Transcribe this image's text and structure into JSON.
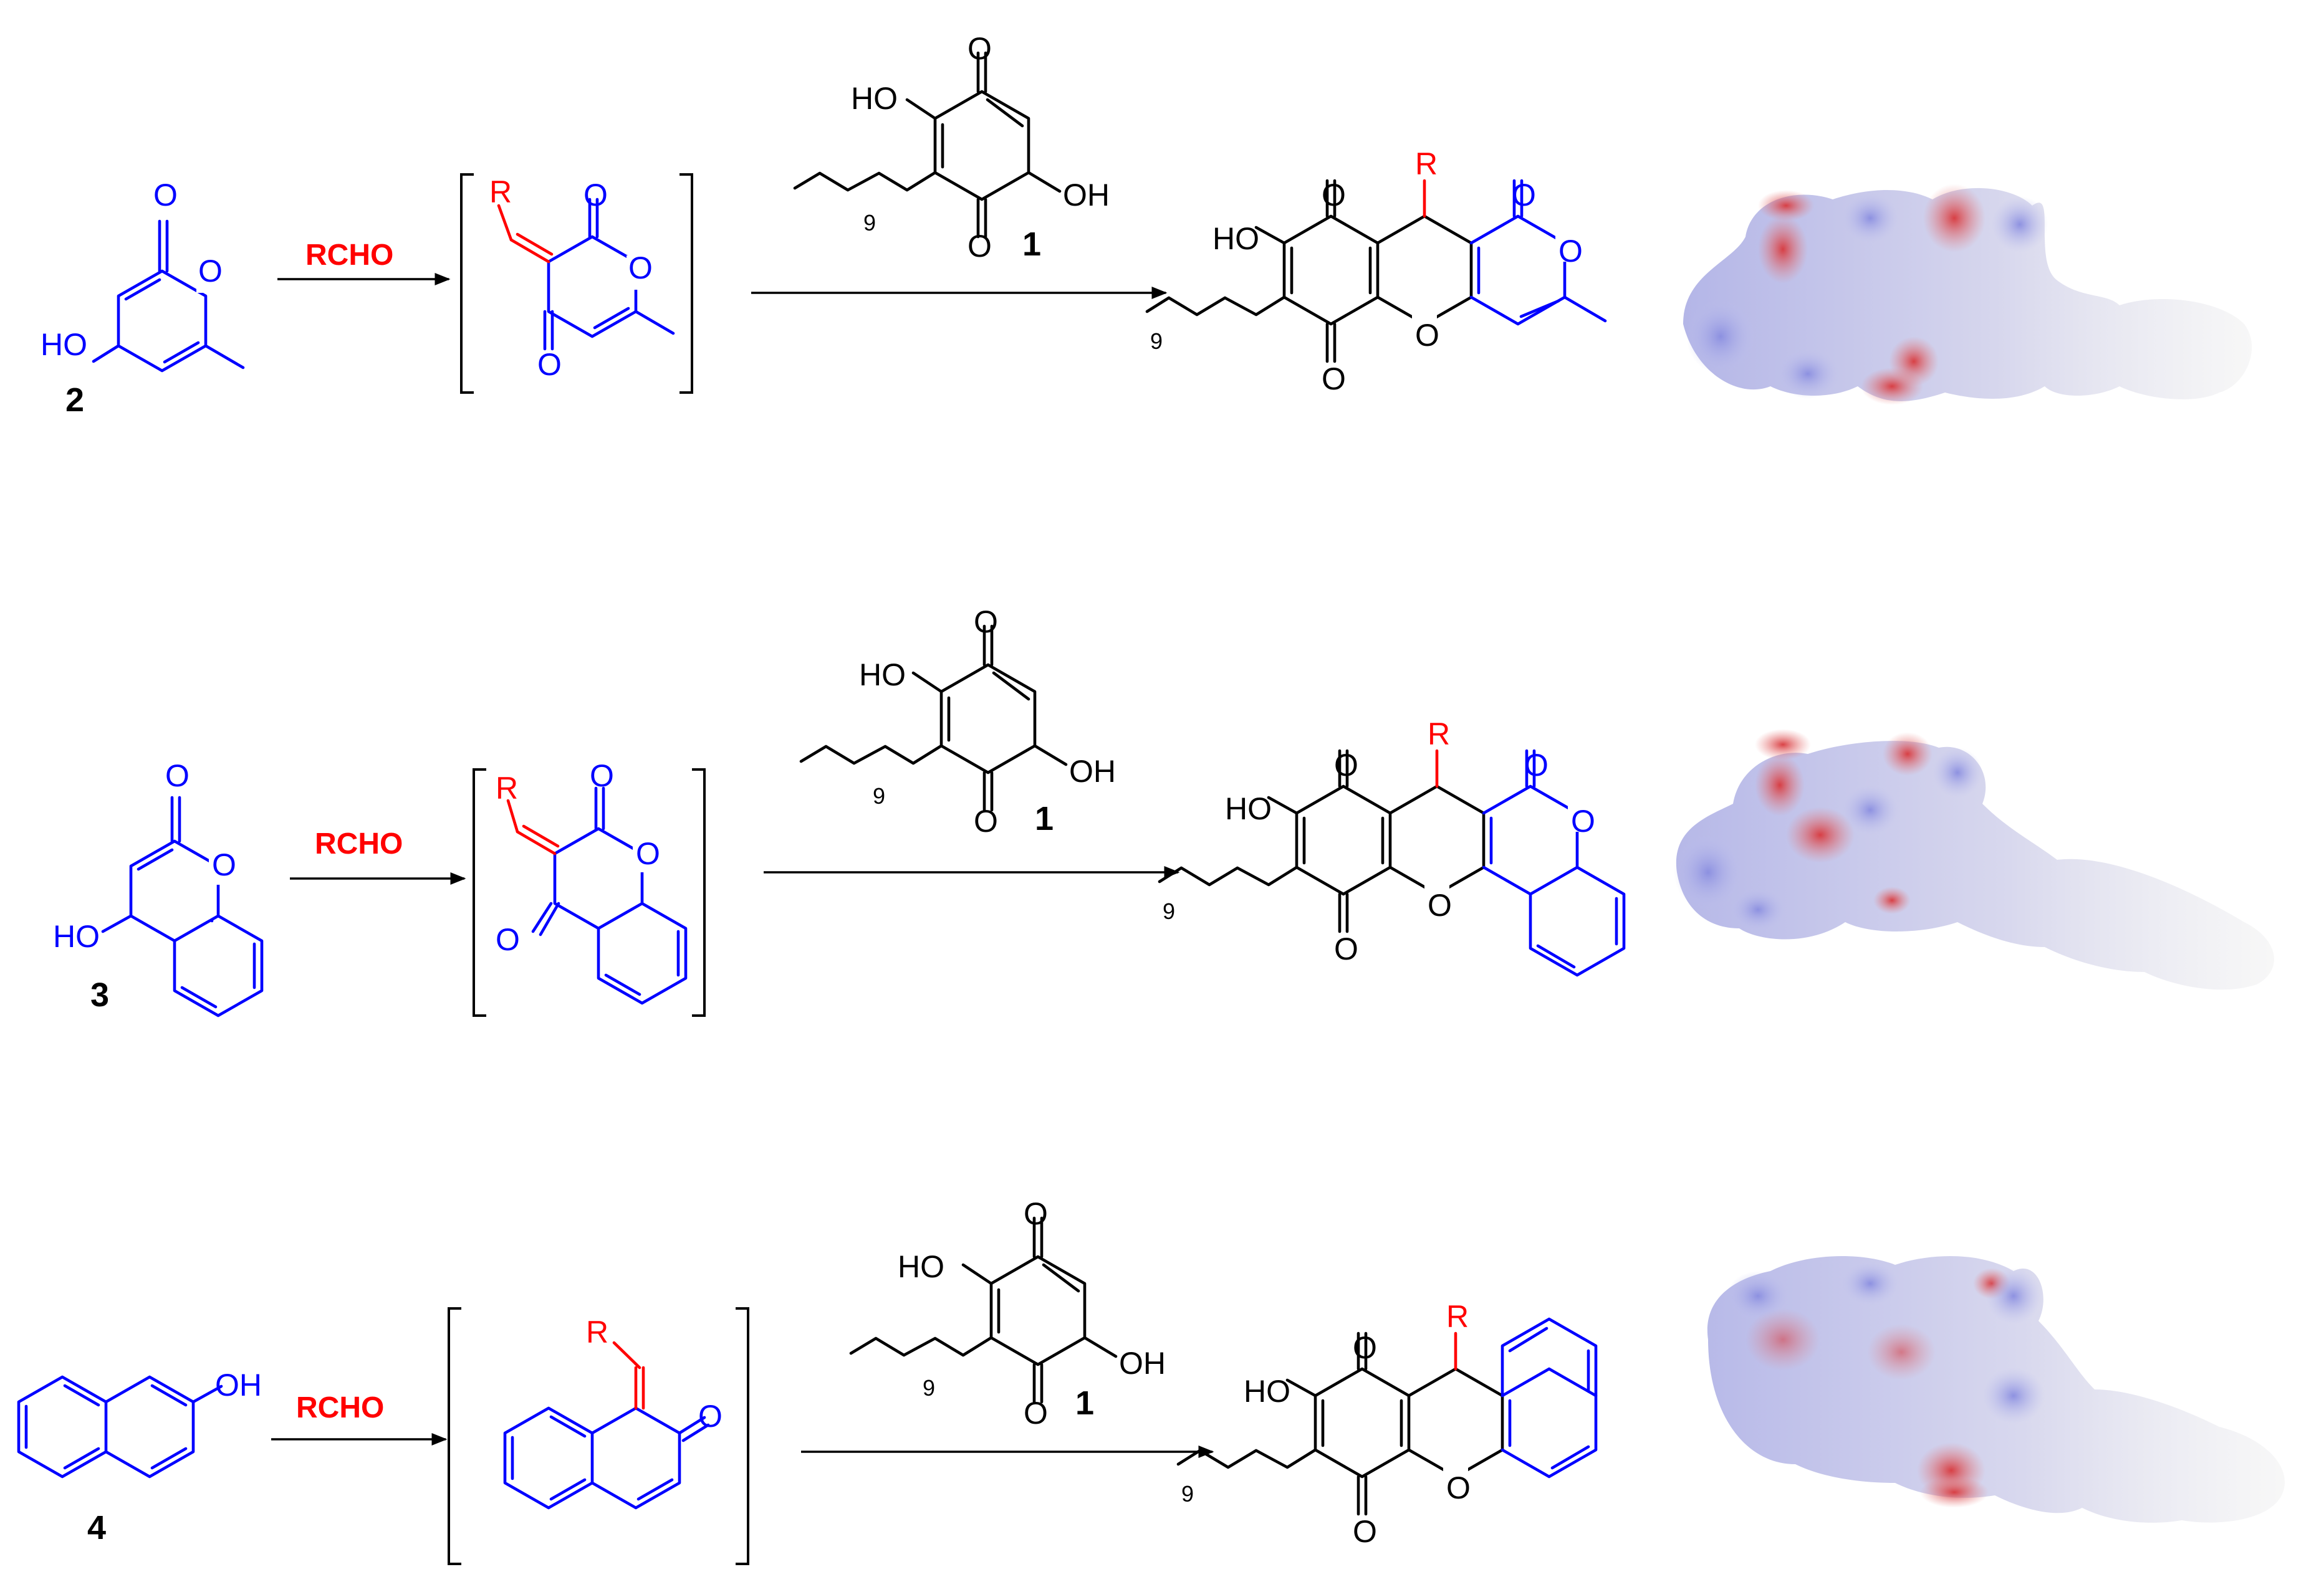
{
  "reagent": "RCHO",
  "compounds": {
    "quinone": "1",
    "pyrone": "2",
    "coumarin": "3",
    "naphthol": "4"
  },
  "atoms": {
    "oxygen": "O",
    "hydroxyl_left": "HO",
    "hydroxyl_right": "OH",
    "r_group": "R",
    "chain_repeat": "9"
  },
  "colors": {
    "reactant_fragment": "#0000ff",
    "new_substituent": "#ff0000",
    "quinone_core": "#000000",
    "esp_negative": "#d8383c",
    "esp_positive": "#8a8ee0",
    "esp_neutral": "#e8e8ee"
  },
  "rows": [
    {
      "starting_material": "2",
      "reagent": "RCHO",
      "partner": "1"
    },
    {
      "starting_material": "3",
      "reagent": "RCHO",
      "partner": "1"
    },
    {
      "starting_material": "4",
      "reagent": "RCHO",
      "partner": "1"
    }
  ]
}
